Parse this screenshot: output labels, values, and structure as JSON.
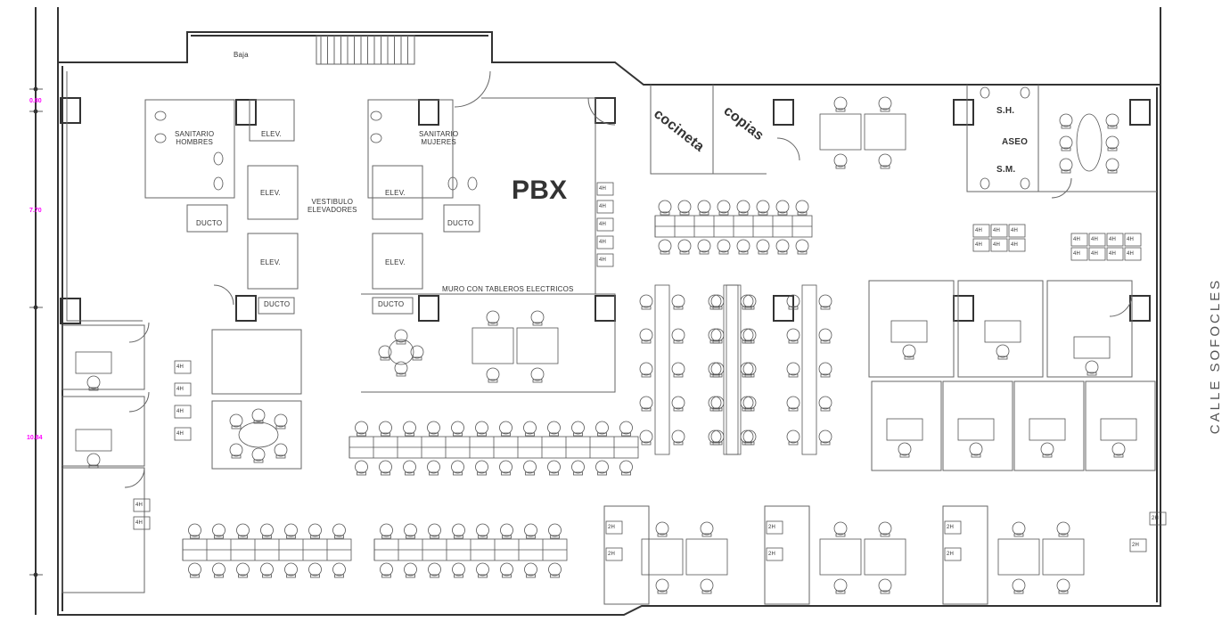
{
  "labels": {
    "baja": "Baja",
    "san_hombres": "SANITARIO\nHOMBRES",
    "san_mujeres": "SANITARIO\nMUJERES",
    "elev": "ELEV.",
    "vestibulo": "VESTIBULO\nELEVADORES",
    "ducto": "DUCTO",
    "pbx": "PBX",
    "muro": "MURO CON TABLEROS ELECTRICOS",
    "cocineta": "cocineta",
    "copias": "copias",
    "sh": "S.H.",
    "aseo": "ASEO",
    "sm": "S.M.",
    "calle": "CALLE SOFOCLES",
    "storage_4h": "4H",
    "storage_2h": "2H"
  },
  "dimensions": [
    "0.80",
    "7.70",
    "10.84"
  ],
  "colors": {
    "wall": "#333333",
    "furniture": "#555555",
    "dimension": "#ff00ff",
    "background": "#ffffff"
  }
}
